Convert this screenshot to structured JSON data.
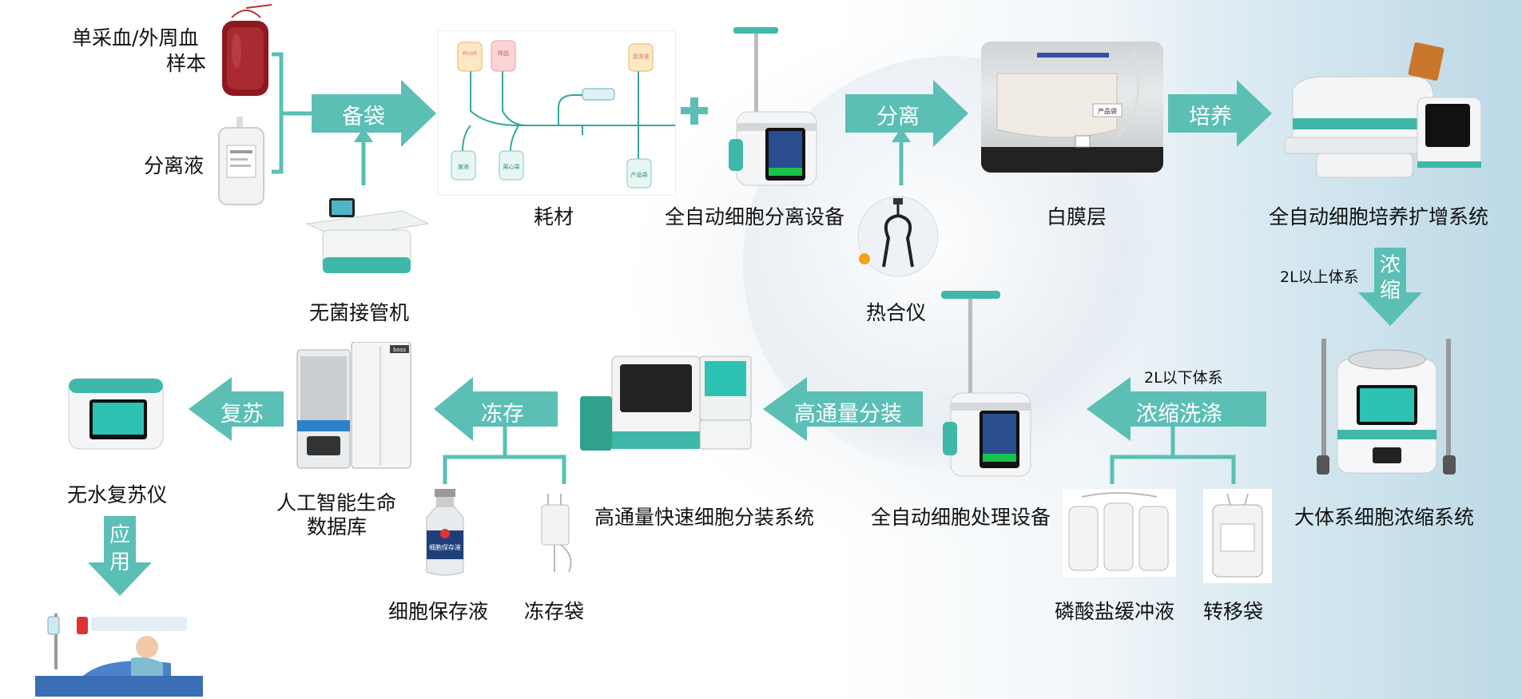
{
  "colors": {
    "teal": "#5bbfb5",
    "teal_dark": "#2f9e94",
    "text": "#111111"
  },
  "labels": {
    "blood_sample": "单采血/外周血",
    "blood_sample_line2": "样本",
    "separation_fluid": "分离液",
    "sterile_welder": "无菌接管机",
    "consumables": "耗材",
    "auto_separation_device": "全自动细胞分离设备",
    "heat_sealer": "热合仪",
    "buffy_coat": "白膜层",
    "culture_system": "全自动细胞培养扩增系统",
    "concentration_system": "大体系细胞浓缩系统",
    "phosphate_buffer": "磷酸盐缓冲液",
    "transfer_bag": "转移袋",
    "auto_processing_device": "全自动细胞处理设备",
    "dispensing_system": "高通量快速细胞分装系统",
    "preservation_fluid": "细胞保存液",
    "freezing_bag": "冻存袋",
    "ai_biobank": "人工智能生命",
    "ai_biobank_line2": "数据库",
    "waterless_thawer": "无水复苏仪",
    "above_2l": "2L以上体系",
    "below_2l": "2L以下体系"
  },
  "arrows": {
    "prepare_bag": "备袋",
    "separate": "分离",
    "culture": "培养",
    "concentrate_1": "浓",
    "concentrate_2": "缩",
    "concentrate_wash": "浓缩洗涤",
    "high_throughput_dispense": "高通量分装",
    "cryopreserve": "冻存",
    "thaw": "复苏",
    "apply_1": "应",
    "apply_2": "用"
  },
  "device_text": {
    "consumable_bag_1": "Ficoll",
    "consumable_bag_2": "样品",
    "consumable_bag_3": "废液",
    "consumable_bag_4": "清洗液",
    "consumable_bag_5": "产品袋",
    "consumable_bag_6": "离心袋",
    "preservation_bottle": "细胞保存液",
    "buffy_product": "产品袋",
    "biobank_brand": "boss"
  }
}
